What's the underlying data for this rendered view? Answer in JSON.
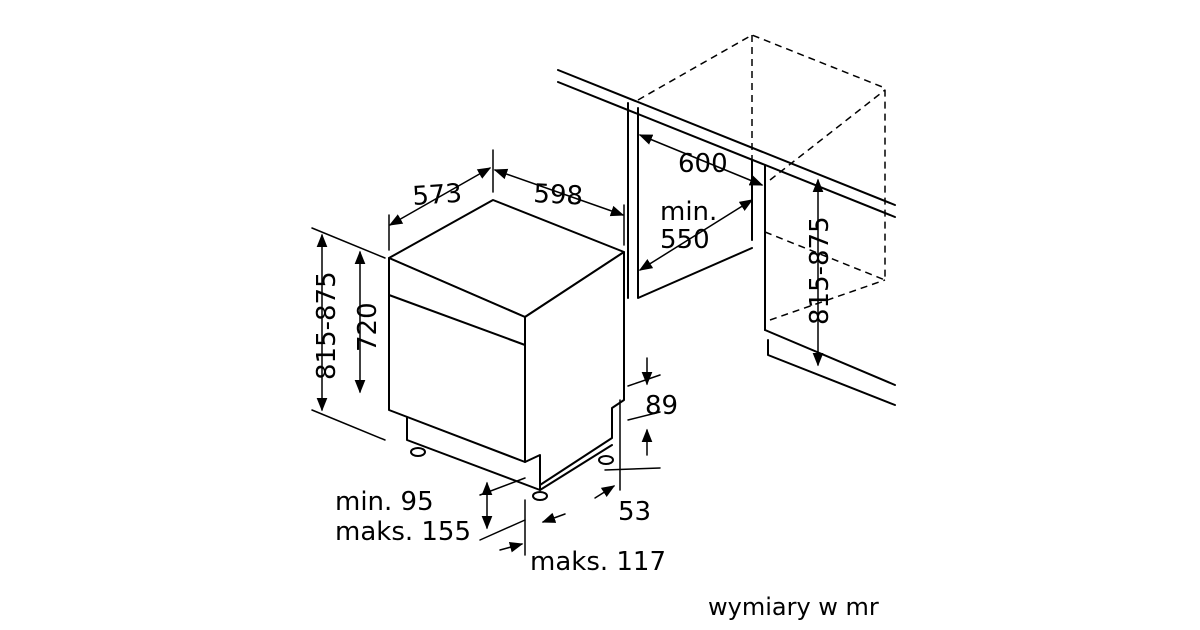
{
  "labels": {
    "depth": "573",
    "width": "598",
    "height_range": "815-875",
    "height_body": "720",
    "niche_width": "600",
    "niche_min_label": "min.",
    "niche_min_value": "550",
    "niche_height_range": "815-875",
    "plinth_top": "89",
    "plinth_bottom": "53",
    "plinth_min": "min. 95",
    "plinth_max": "maks. 155",
    "foot_max": "maks. 117"
  },
  "footer": {
    "units": "wymiary w mr"
  }
}
